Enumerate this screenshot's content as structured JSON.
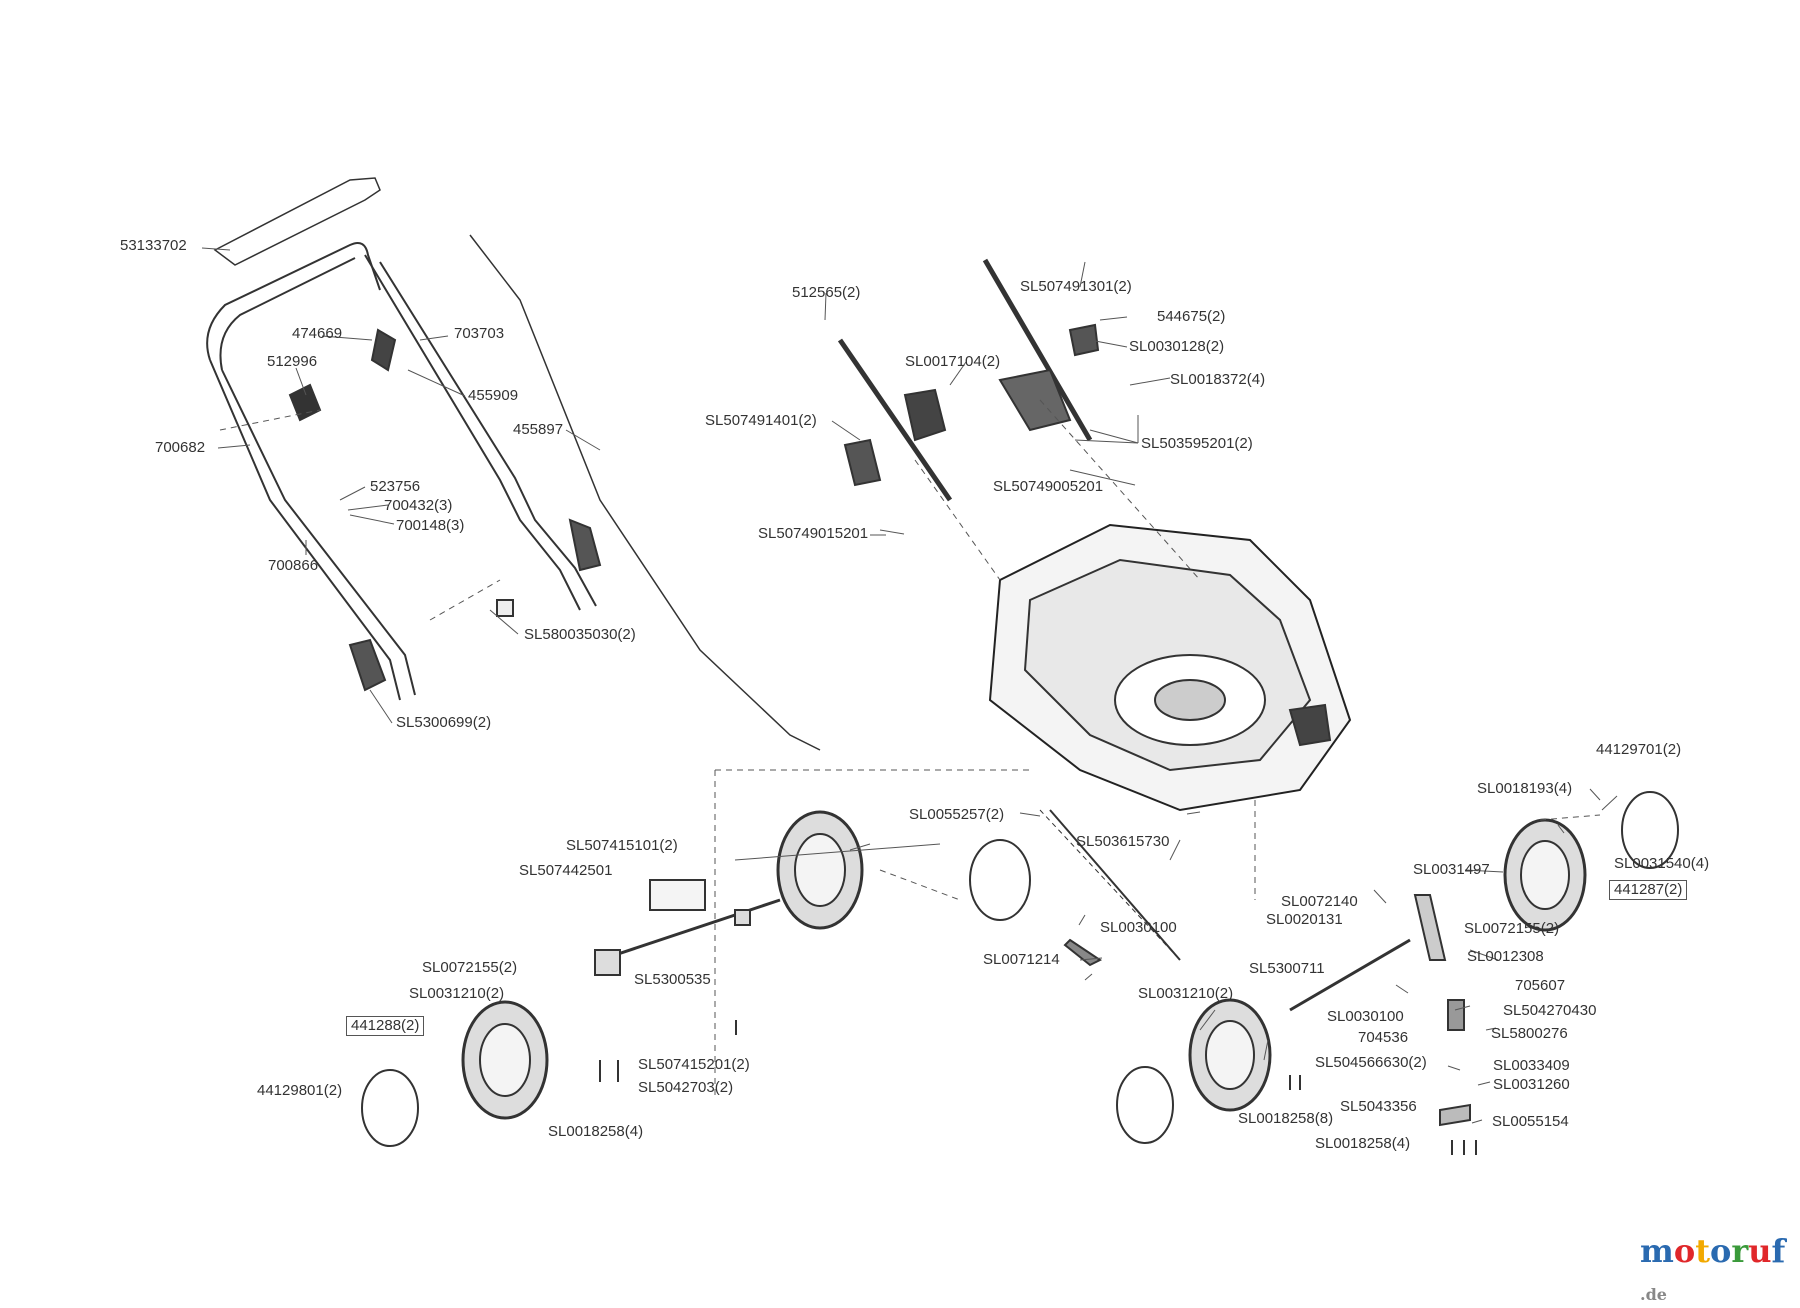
{
  "diagram": {
    "watermark": {
      "parts": [
        {
          "text": "m",
          "color": "#2a6ab0"
        },
        {
          "text": "o",
          "color": "#e0272a"
        },
        {
          "text": "t",
          "color": "#f2a900"
        },
        {
          "text": "o",
          "color": "#2a6ab0"
        },
        {
          "text": "r",
          "color": "#3a9a3a"
        },
        {
          "text": "u",
          "color": "#e0272a"
        },
        {
          "text": "f",
          "color": "#2a6ab0"
        },
        {
          "text": ".de",
          "color": "#888888"
        }
      ]
    },
    "labels": {
      "p53133702": "53133702",
      "p474669": "474669",
      "p703703": "703703",
      "p512996": "512996",
      "p455909": "455909",
      "p455897": "455897",
      "p700682": "700682",
      "p523756": "523756",
      "p700432": "700432(3)",
      "p700148": "700148(3)",
      "p700866": "700866",
      "pSL580035030": "SL580035030(2)",
      "pSL5300699": "SL5300699(2)",
      "p512565": "512565(2)",
      "pSL507491301": "SL507491301(2)",
      "p544675": "544675(2)",
      "pSL0030128": "SL0030128(2)",
      "pSL0017104": "SL0017104(2)",
      "pSL0018372": "SL0018372(4)",
      "pSL507491401": "SL507491401(2)",
      "pSL503595201": "SL503595201(2)",
      "pSL50749005201": "SL50749005201",
      "pSL50749015201": "SL50749015201",
      "pSL507415101": "SL507415101(2)",
      "pSL507442501": "SL507442501",
      "pSL0055257": "SL0055257(2)",
      "pSL503615730": "SL503615730",
      "pSL0072155a": "SL0072155(2)",
      "pSL5300535": "SL5300535",
      "pSL0031210a": "SL0031210(2)",
      "p441288": "441288(2)",
      "pSL507415201": "SL507415201(2)",
      "p44129801": "44129801(2)",
      "pSL5042703": "SL5042703(2)",
      "pSL0018258a": "SL0018258(4)",
      "pSL0030100a": "SL0030100",
      "pSL0071214": "SL0071214",
      "p44129701": "44129701(2)",
      "pSL0018193": "SL0018193(4)",
      "pSL0031540": "SL0031540(4)",
      "pSL0031497": "SL0031497",
      "p441287": "441287(2)",
      "pSL0072140": "SL0072140",
      "pSL0020131": "SL0020131",
      "pSL0072155b": "SL0072155(2)",
      "pSL0012308": "SL0012308",
      "pSL5300711": "SL5300711",
      "p705607": "705607",
      "pSL0031210b": "SL0031210(2)",
      "pSL504270430": "SL504270430",
      "pSL0030100b": "SL0030100",
      "p704536": "704536",
      "pSL5800276": "SL5800276",
      "pSL504566630": "SL504566630(2)",
      "pSL0033409": "SL0033409",
      "pSL0031260": "SL0031260",
      "pSL0018258b": "SL0018258(8)",
      "pSL5043356": "SL5043356",
      "pSL0055154": "SL0055154",
      "pSL0018258c": "SL0018258(4)"
    }
  }
}
